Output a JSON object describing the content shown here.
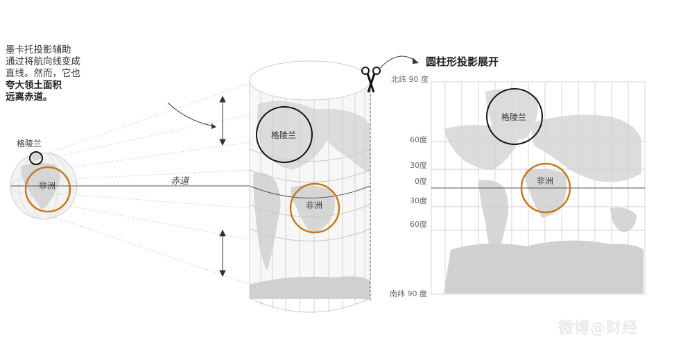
{
  "note": {
    "line1": "墨卡托投影辅助",
    "line2": "通过将航向线变成",
    "line3": "直线。然而，它也",
    "line4_bold": "夸大领土面积",
    "line5_bold": "远离赤道。"
  },
  "title": "圆柱形投影展开",
  "labels": {
    "greenland": "格陵兰",
    "africa": "非洲",
    "equator": "赤道"
  },
  "latitudes": {
    "north90": "北纬 90 度",
    "n60": "60度",
    "n30": "30度",
    "zero": "0度",
    "s30": "30度",
    "s60": "60度",
    "south90": "南纬 90 度"
  },
  "colors": {
    "greenland_circle": "#111111",
    "africa_circle": "#c8781a",
    "land": "#dcdcdc",
    "grid": "#cfcfcf"
  },
  "icons": {
    "scissors": "scissors-icon"
  },
  "watermark": "微博@财经"
}
